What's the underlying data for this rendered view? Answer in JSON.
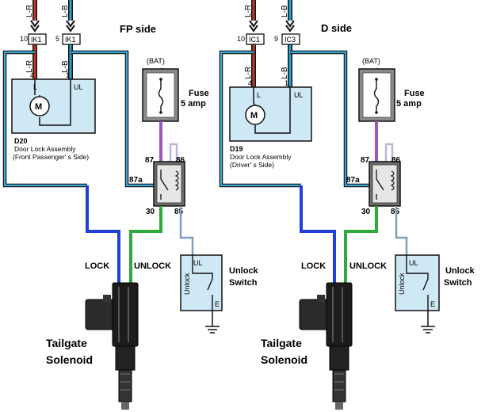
{
  "left": {
    "side_title": "FP side",
    "wire_labels": [
      "L-R",
      "L-B"
    ],
    "connectors": [
      {
        "pin": "10",
        "name": "IK1"
      },
      {
        "pin": "5",
        "name": "IK1"
      }
    ],
    "lock_pins": [
      "4",
      "1"
    ],
    "lock_terminals": [
      "L",
      "UL"
    ],
    "motor_symbol": "M",
    "assembly_code": "D20",
    "assembly_name": "Door Lock Assembly",
    "assembly_sub": "(Front Passenger' s Side)",
    "bat": "(BAT)",
    "fuse_line1": "Fuse",
    "fuse_line2": "5 amp",
    "relay_pins": [
      "87",
      "86",
      "87a",
      "30",
      "85"
    ],
    "lock_label": "LOCK",
    "unlock_label": "UNLOCK",
    "switch_ul": "UL",
    "switch_unlock_text": "Unlock",
    "switch_e": "E",
    "switch_label_1": "Unlock",
    "switch_label_2": "Switch",
    "solenoid_label_1": "Tailgate",
    "solenoid_label_2": "Solenoid"
  },
  "right": {
    "side_title": "D side",
    "wire_labels": [
      "L-R",
      "L-B"
    ],
    "connectors": [
      {
        "pin": "10",
        "name": "IC1"
      },
      {
        "pin": "9",
        "name": "IC3"
      }
    ],
    "lock_pins": [
      "4",
      "1"
    ],
    "lock_terminals": [
      "L",
      "UL"
    ],
    "motor_symbol": "M",
    "assembly_code": "D19",
    "assembly_name": "Door Lock Assembly",
    "assembly_sub": "(Driver' s Side)",
    "bat": "(BAT)",
    "fuse_line1": "Fuse",
    "fuse_line2": "5 amp",
    "relay_pins": [
      "87",
      "86",
      "87a",
      "30",
      "85"
    ],
    "lock_label": "LOCK",
    "unlock_label": "UNLOCK",
    "switch_ul": "UL",
    "switch_unlock_text": "Unlock",
    "switch_e": "E",
    "switch_label_1": "Unlock",
    "switch_label_2": "Switch",
    "solenoid_label_1": "Tailgate",
    "solenoid_label_2": "Solenoid"
  },
  "colors": {
    "wire_lr": "#c0392b",
    "wire_lb": "#29a3d6",
    "wire_black": "#111111",
    "wire_cyan": "#3aa9d8",
    "wire_blue": "#1f3fd6",
    "wire_green": "#2eaa3c",
    "wire_purple": "#9b59b6",
    "wire_lavender": "#b8b8d8",
    "wire_steel": "#7f9fc0",
    "box_fill": "#cfe8f6",
    "relay_fill": "#6e6e6e",
    "fuse_fill": "#8a8a8a"
  }
}
